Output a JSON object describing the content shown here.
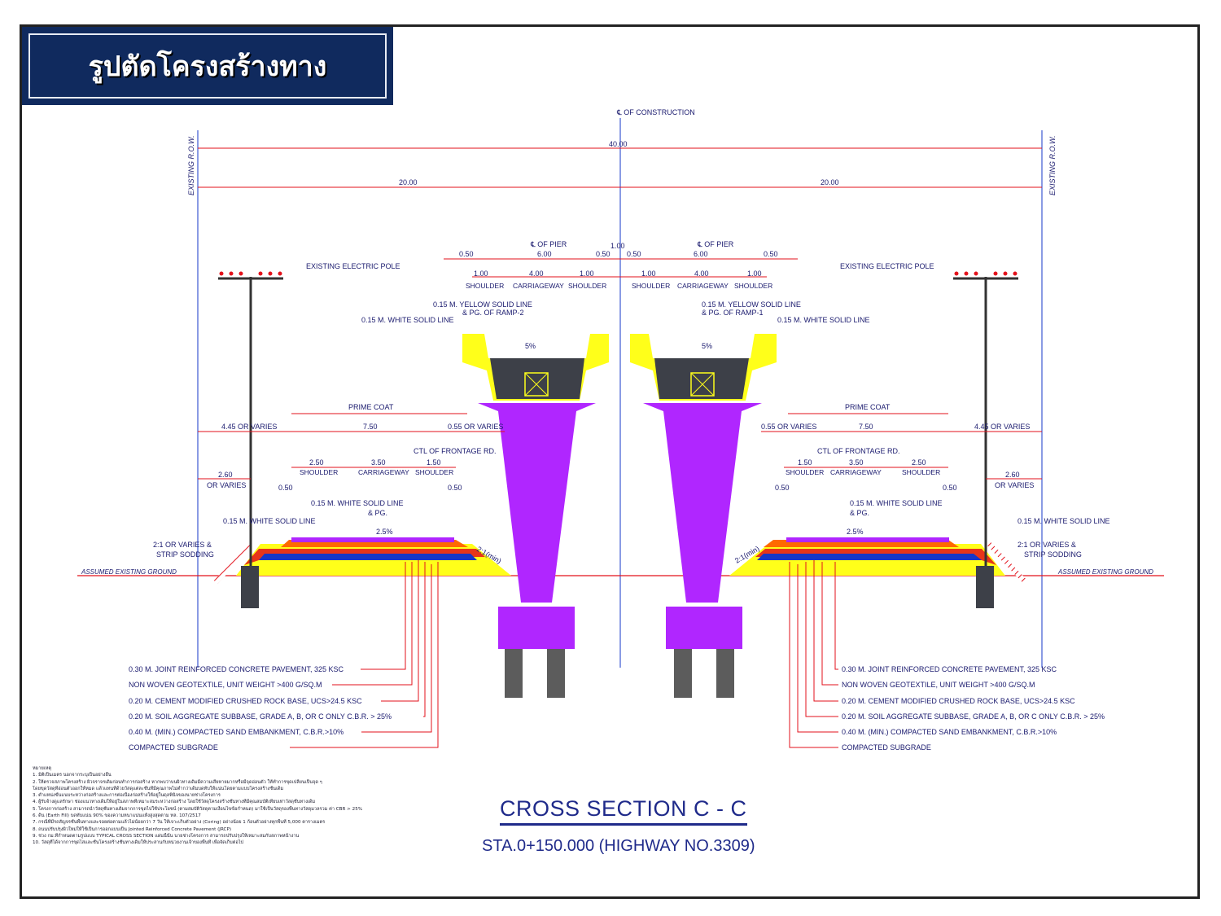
{
  "title": "รูปตัดโครงสร้างทาง",
  "centerline": "℄ OF CONSTRUCTION",
  "row_label": "EXISTING R.O.W.",
  "dims": {
    "total": "40.00",
    "half": "20.00",
    "median": "1.00",
    "edge": "0.50",
    "deck": "6.00",
    "shoulder": "1.00",
    "carriageway": "4.00",
    "prime_width": "7.50",
    "left_offset": "4.45 OR VARIES",
    "inner_offset": "0.55 OR VARIES",
    "frontage_shoulder": "2.50",
    "frontage_carriageway": "3.50",
    "frontage_inner_shoulder": "1.50",
    "pole_offset": "2.60",
    "or_varies": "OR VARIES",
    "small": "0.50"
  },
  "labels": {
    "pier": "℄ OF PIER",
    "shoulder": "SHOULDER",
    "carriageway": "CARRIAGEWAY",
    "electric_pole": "EXISTING ELECTRIC POLE",
    "yellow_line_1": "0.15 M. YELLOW SOLID LINE",
    "pg_ramp2": "& PG. OF RAMP-2",
    "pg_ramp1": "& PG. OF RAMP-1",
    "white_line": "0.15 M. WHITE SOLID LINE",
    "slope_deck": "5%",
    "prime_coat": "PRIME COAT",
    "ctl_frontage": "CTL OF FRONTAGE RD.",
    "white_line_pg": "& PG.",
    "slope_road": "2.5%",
    "slope_side": "2:1(min)",
    "embank_slope": "2:1 OR VARIES &",
    "strip": "STRIP SODDING",
    "ground": "ASSUMED EXISTING GROUND"
  },
  "layers": [
    "0.30 M. JOINT REINFORCED CONCRETE PAVEMENT, 325 KSC",
    "NON WOVEN GEOTEXTILE, UNIT WEIGHT >400 G/SQ.M",
    "0.20 M. CEMENT MODIFIED CRUSHED ROCK BASE, UCS>24.5 KSC",
    "0.20 M. SOIL AGGREGATE SUBBASE, GRADE A, B, OR C ONLY   C.B.R. > 25%",
    "0.40 M. (MIN.) COMPACTED SAND EMBANKMENT, C.B.R.>10%",
    "COMPACTED SUBGRADE"
  ],
  "notes": [
    "หมายเหตุ",
    "1. มิติเป็นเมตร นอกจากระบุเป็นอย่างอื่น",
    "2. ให้ตรวจสภาพโครงสร้าง ผิวจราจรเดิมก่อนทำการก่อสร้าง หากพบว่าบนผิวทางเดิมมีความเสียหายมากหรือมีจุดอ่อนตัว ให้ทำการขุดเปลี่ยนเป็นจุด ๆ",
    "    โดยขุดวัสดุที่อ่อนตัวออกให้หมด แล้วแทนที่ด้วยวัสดุแต่ละชั้นที่มีคุณภาพไม่ต่ำกว่าเดิมบดทับให้แน่นโดยตามแบบโครงสร้างชั้นเดิม",
    "3. ตำแหน่งขั้นแนบระหว่างก่อสร้างและการต่อเนื่องก่อสร้างให้อยู่ในดุลพินิจของนายช่างโครงการ",
    "4. ผู้รับจ้างดูแลรักษา ช่องแนวทางเดิมให้อยู่ในสภาพที่เหมาะสมระหว่างก่อสร้าง โดยใช้วัสดุโครงสร้างชั้นทางที่มีคุณสมบัติเทียบเท่าวัสดุชั้นทางเดิม",
    "5. โครงการก่อสร้าง สามารถนำวัสดุชั้นทางเดิมจากการขุดไปใช้ประโยชน์ (ตามสมบัติวัสดุตามเงื่อนไขข้อกำหนด) มาใช้เป็นวัสดุรองพื้นทางวัสดุมวลรวม ค่า CBR > 25%",
    "6. ดิน (Earth Fill) บดทับแน่น 90% ของความหนาแน่นแห้งสูงสุดตาม ทล. 107/2517",
    "7. กรณีที่มีรถสัญจรชั้นพื้นทางและรอยต่อตามแล้วไม่น้อยกว่า 7 วัน ให้เจาะเก็บตัวอย่าง (Coring) อย่างน้อย 1 ก้อนตัวอย่างทุกพื้นที่ 5,000 ตารางเมตร",
    "8. ถนนปรับปรุงผิวใหม่ให้ใช้เป็นการออกแบบเป็น Jointed Reinforced Concrete Pavement (JRCP)",
    "9. ช่วง กม.ที่กำหนดตามรูปแบบ TYPICAL CROSS SECTION แผ่นนี้นั้น นายช่างโครงการ สามารถปรับปรุงให้เหมาะสมกับสภาพหน้างาน",
    "10. วัสดุที่ได้จากการขุดไสและชั้นโครงสร้างชั้นทางเดิมให้ประสานกับหน่วยงานเจ้าของพื้นที่ เพื่อจัดเก็บต่อไป"
  ],
  "cross_section_title": "CROSS SECTION C - C",
  "station": "STA.0+150.000 (HIGHWAY NO.3309)",
  "colors": {
    "navy": "#102a5e",
    "pier": "#b026ff",
    "sand": "#ffff1a",
    "dim_red": "#e3121b",
    "label_blue": "#1a1a6e",
    "deck_dark": "#3d4048",
    "base_blue": "#1637c8",
    "pavement_orange": "#ff6a00"
  }
}
